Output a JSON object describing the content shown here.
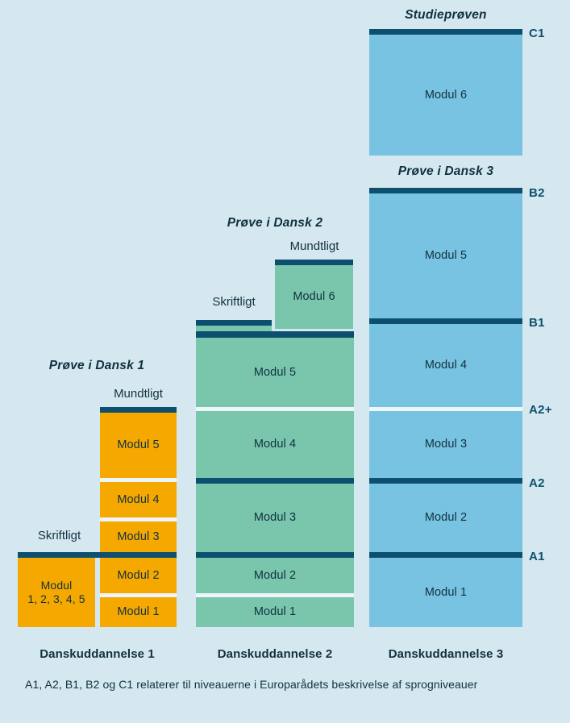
{
  "meta": {
    "background_color": "#d5e8f0",
    "navy_color": "#0d4f6e",
    "orange_color": "#f5a800",
    "green_color": "#79c6ad",
    "blue_color": "#79c3e2"
  },
  "levels": [
    {
      "id": "c1",
      "label": "C1"
    },
    {
      "id": "b2",
      "label": "B2"
    },
    {
      "id": "b1",
      "label": "B1"
    },
    {
      "id": "a2p",
      "label": "A2+"
    },
    {
      "id": "a2",
      "label": "A2"
    },
    {
      "id": "a1",
      "label": "A1"
    }
  ],
  "columns": [
    {
      "id": "danskuddannelse-1",
      "caption": "Danskuddannelse 1",
      "exam_title": "Prøve i Dansk 1",
      "color": "#f5a800",
      "sub_labels": [
        {
          "id": "skriftligt",
          "label": "Skriftligt"
        },
        {
          "id": "mundtligt",
          "label": "Mundtligt"
        }
      ],
      "written_block": {
        "label": "Modul\n1, 2, 3, 4, 5"
      },
      "oral_modules": [
        {
          "label": "Modul 5"
        },
        {
          "label": "Modul 4"
        },
        {
          "label": "Modul 3"
        },
        {
          "label": "Modul 2"
        },
        {
          "label": "Modul 1"
        }
      ]
    },
    {
      "id": "danskuddannelse-2",
      "caption": "Danskuddannelse 2",
      "exam_title": "Prøve i Dansk 2",
      "color": "#79c6ad",
      "sub_labels": [
        {
          "id": "skriftligt",
          "label": "Skriftligt"
        },
        {
          "id": "mundtligt",
          "label": "Mundtligt"
        }
      ],
      "oral_top": {
        "label": "Modul 6"
      },
      "modules": [
        {
          "label": "Modul 5"
        },
        {
          "label": "Modul 4"
        },
        {
          "label": "Modul 3"
        },
        {
          "label": "Modul 2"
        },
        {
          "label": "Modul 1"
        }
      ]
    },
    {
      "id": "danskuddannelse-3",
      "caption": "Danskuddannelse 3",
      "exam_title_upper": "Studieprøven",
      "exam_title_lower": "Prøve i Dansk 3",
      "color": "#79c3e2",
      "upper_module": {
        "label": "Modul 6"
      },
      "modules": [
        {
          "label": "Modul 5"
        },
        {
          "label": "Modul 4"
        },
        {
          "label": "Modul 3"
        },
        {
          "label": "Modul 2"
        },
        {
          "label": "Modul 1"
        }
      ]
    }
  ],
  "footnote": "A1, A2, B1, B2 og C1 relaterer til niveauerne i Europarådets beskrivelse af sprogniveauer"
}
